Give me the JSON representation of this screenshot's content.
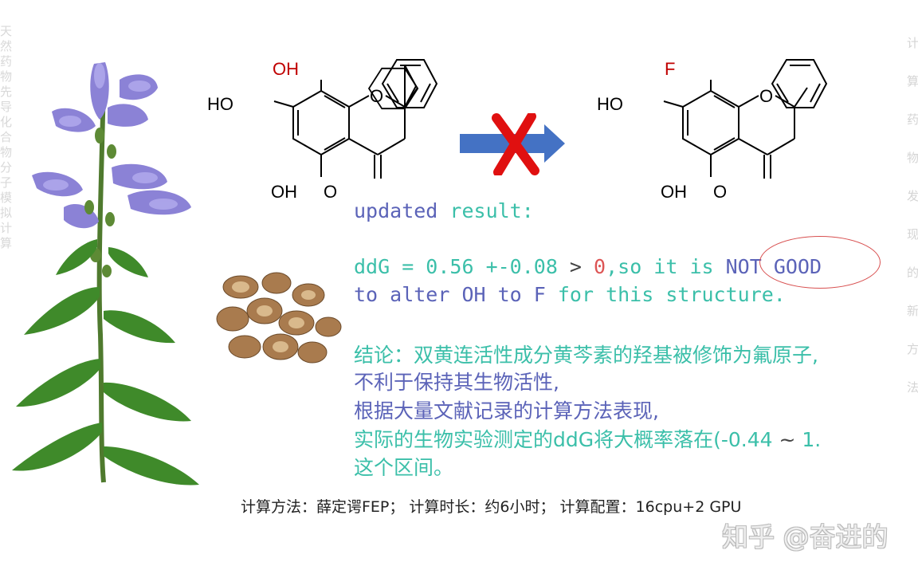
{
  "edge_left_text": "天然 药物 先导 化合 物分 子模 拟计 算",
  "edge_right_text": "计算 药物 发现 的 新 方 法",
  "molecule_left": {
    "substituent": "OH",
    "ho": "HO",
    "o": "O",
    "oh_bottom": "OH",
    "carbonyl_o": "O"
  },
  "molecule_right": {
    "substituent": "F",
    "ho": "HO",
    "o": "O",
    "oh_bottom": "OH",
    "carbonyl_o": "O"
  },
  "result": {
    "word1": "updated",
    "word2": "result:"
  },
  "ddg_line": {
    "part1": "ddG = 0.56 +-0.08",
    "part2": " > ",
    "part3": "0",
    "part4": ",so it is ",
    "part5": "NOT GOOD"
  },
  "alter_line": {
    "part1": "to alter OH to F ",
    "part2": "for this structure."
  },
  "conclusion": {
    "line1": "结论：双黄连活性成分黄芩素的羟基被修饰为氟原子,",
    "line2": "不利于保持其生物活性,",
    "line3": "根据大量文献记录的计算方法表现,",
    "line4a": "实际的生物实验测定的ddG将大概率落在(-0.44",
    "line4b": " ~ ",
    "line4c": "1.",
    "line5": "这个区间。"
  },
  "footer": "计算方法：薛定谔FEP； 计算时长：约6小时； 计算配置：16cpu+2 GPU",
  "watermark": "知乎 @奋进的",
  "colors": {
    "purple": "#5b63b8",
    "teal": "#3bbfa9",
    "arrow_blue": "#4472c4",
    "red_x": "#e01010"
  }
}
